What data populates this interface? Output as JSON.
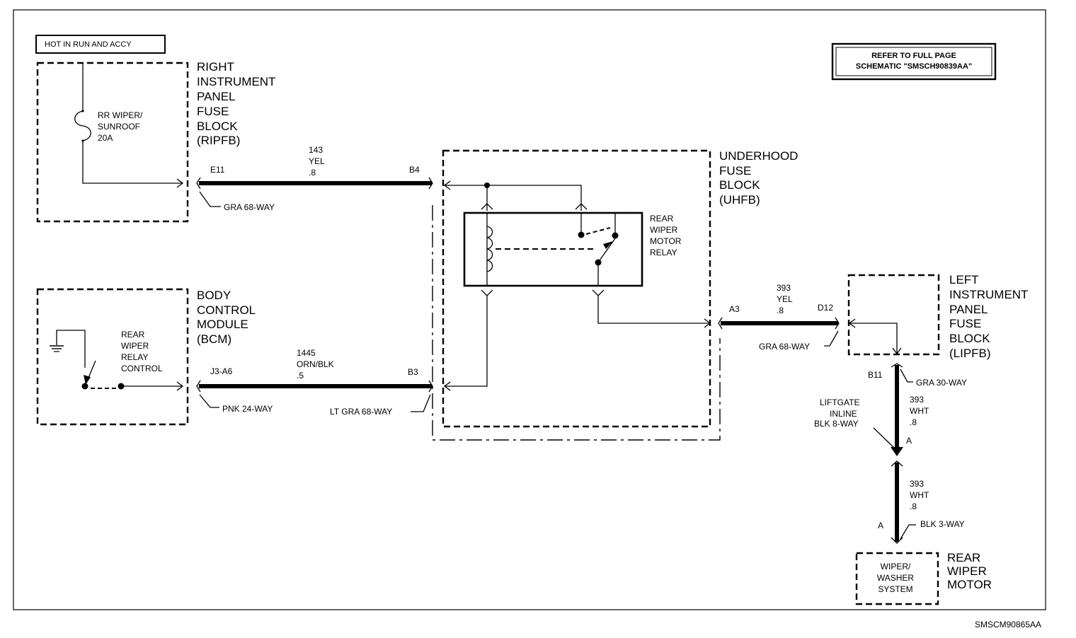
{
  "notes": {
    "hot_in_run": "HOT IN RUN AND ACCY",
    "refer_line1": "REFER TO FULL PAGE",
    "refer_line2": "SCHEMATIC \"SMSCH90839AA\"",
    "footer_id": "SMSCM90865AA"
  },
  "ripfb": {
    "title": [
      "RIGHT",
      "INSTRUMENT",
      "PANEL",
      "FUSE",
      "BLOCK",
      "(RIPFB)"
    ],
    "fuse_label": [
      "RR WIPER/",
      "SUNROOF",
      "20A"
    ],
    "connector_pin": "E11",
    "connector_desc": "GRA 68-WAY"
  },
  "wire_143": {
    "circuit": "143",
    "color": "YEL",
    "gauge": ".8",
    "end_pin": "B4"
  },
  "bcm": {
    "title": [
      "BODY",
      "CONTROL",
      "MODULE",
      "(BCM)"
    ],
    "switch_label": [
      "REAR",
      "WIPER",
      "RELAY",
      "CONTROL"
    ],
    "connector_pin": "J3-A6",
    "connector_desc": "PNK 24-WAY"
  },
  "wire_1445": {
    "circuit": "1445",
    "color": "ORN/BLK",
    "gauge": ".5",
    "end_pin": "B3",
    "end_desc": "LT GRA 68-WAY"
  },
  "uhfb": {
    "title": [
      "UNDERHOOD",
      "FUSE",
      "BLOCK",
      "(UHFB)"
    ],
    "relay_label": [
      "REAR",
      "WIPER",
      "MOTOR",
      "RELAY"
    ],
    "connector_pin": "A3"
  },
  "wire_393_a": {
    "circuit": "393",
    "color": "YEL",
    "gauge": ".8",
    "end_pin": "D12",
    "end_desc": "GRA 68-WAY"
  },
  "lipfb": {
    "title": [
      "LEFT",
      "INSTRUMENT",
      "PANEL",
      "FUSE",
      "BLOCK",
      "(LIPFB)"
    ],
    "connector_pin": "B11",
    "connector_desc": "GRA 30-WAY"
  },
  "wire_393_b": {
    "circuit": "393",
    "color": "WHT",
    "gauge": ".8"
  },
  "liftgate": {
    "label": [
      "LIFTGATE",
      "INLINE",
      "BLK 8-WAY"
    ],
    "pin": "A"
  },
  "wire_393_c": {
    "circuit": "393",
    "color": "WHT",
    "gauge": ".8"
  },
  "motor": {
    "pin": "A",
    "connector_desc": "BLK 3-WAY",
    "box_label": [
      "WIPER/",
      "WASHER",
      "SYSTEM"
    ],
    "title": [
      "REAR",
      "WIPER",
      "MOTOR"
    ]
  }
}
